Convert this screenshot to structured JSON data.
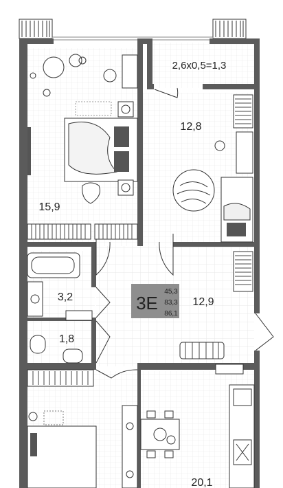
{
  "apartment": {
    "type_label": "3E",
    "areas": [
      "45,3",
      "83,3",
      "86,1"
    ],
    "badge_color": "#8e8e8e"
  },
  "rooms": {
    "balcony": "2,6x0,5=1,3",
    "bedroom_top_left": "15,9",
    "bedroom_top_right": "12,8",
    "bathroom": "3,2",
    "toilet": "1,8",
    "hall": "12,9",
    "living_kitchen": "20,1"
  },
  "colors": {
    "wall": "#5b5b5b",
    "floor_line": "#e6e6e6",
    "dark_fill": "#555555"
  }
}
